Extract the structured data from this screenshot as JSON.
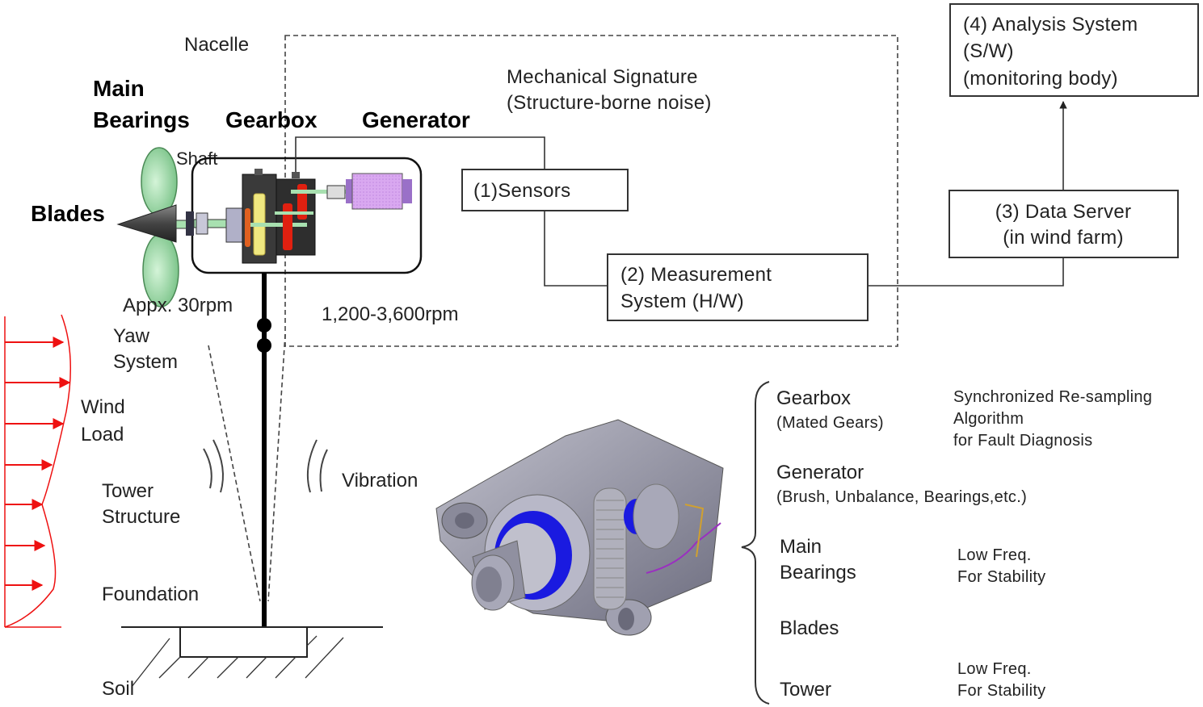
{
  "labels": {
    "nacelle": "Nacelle",
    "main_bearings_line1": "Main",
    "main_bearings_line2": "Bearings",
    "gearbox": "Gearbox",
    "generator": "Generator",
    "shaft": "Shaft",
    "blades": "Blades",
    "rotor_speed": "Appx. 30rpm",
    "generator_speed": "1,200-3,600rpm",
    "yaw_line1": "Yaw",
    "yaw_line2": "System",
    "wind_line1": "Wind",
    "wind_line2": "Load",
    "tower_line1": "Tower",
    "tower_line2": "Structure",
    "foundation": "Foundation",
    "soil": "Soil",
    "vibration": "Vibration",
    "signature_line1": "Mechanical Signature",
    "signature_line2": "(Structure-borne noise)"
  },
  "system_boxes": {
    "sensors": "(1)Sensors",
    "measurement_line1": "(2) Measurement",
    "measurement_line2": "System (H/W)",
    "data_server_line1": "(3) Data Server",
    "data_server_line2": "(in wind farm)",
    "analysis_line1": "(4) Analysis System",
    "analysis_line2": "(S/W)",
    "analysis_line3": "(monitoring body)"
  },
  "components": [
    {
      "name_line1": "Gearbox",
      "name_line2": "(Mated Gears)",
      "note_lines": [
        "Synchronized Re-sampling",
        "Algorithm",
        "for Fault Diagnosis"
      ]
    },
    {
      "name_line1": "Generator",
      "name_line2": "(Brush, Unbalance, Bearings,etc.)",
      "note_lines": []
    },
    {
      "name_line1": "Main",
      "name_line2": "Bearings",
      "note_lines": [
        "Low Freq.",
        "For Stability"
      ]
    },
    {
      "name_line1": "Blades",
      "name_line2": "",
      "note_lines": []
    },
    {
      "name_line1": "Tower",
      "name_line2": "",
      "note_lines": [
        "Low Freq.",
        "For Stability"
      ]
    }
  ],
  "colors": {
    "wind_arrow": "#ee1111",
    "blade": "#a8e0b0",
    "generator": "#d9a8f0",
    "gear_red": "#e02010",
    "gear_yellow": "#f0e880",
    "gearbox_body": "#3a3a3a",
    "bearing_blue": "#1a1ae0",
    "housing_gray": "#9a9aaa"
  }
}
